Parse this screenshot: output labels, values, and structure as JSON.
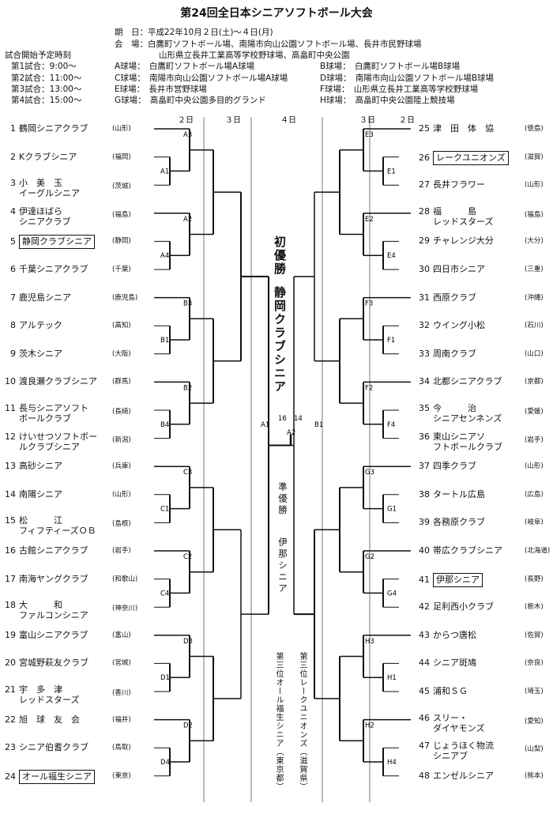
{
  "title": "第24回全日本シニアソフトボール大会",
  "period": {
    "label": "期　日：",
    "value": "平成22年10月２日(土)～４日(月)"
  },
  "venue": {
    "label": "会　場：",
    "line1": "白鷹町ソフトボール場、南陽市向山公園ソフトボール場、長井市民野球場",
    "line2": "山形県立長井工業高等学校野球場、高畠町中央公園"
  },
  "schedule": {
    "heading": "試合開始予定時刻",
    "rows": [
      {
        "time": "第1試合：9:00～",
        "left": "A球場：　白鷹町ソフトボール場A球場",
        "right": "B球場：　白鷹町ソフトボール場B球場"
      },
      {
        "time": "第2試合：11:00～",
        "left": "C球場：　南陽市向山公園ソフトボール場A球場",
        "right": "D球場：　南陽市向山公園ソフトボール場B球場"
      },
      {
        "time": "第3試合：13:00～",
        "left": "E球場：　長井市営野球場",
        "right": "F球場：　山形県立長井工業高等学校野球場"
      },
      {
        "time": "第4試合：15:00～",
        "left": "G球場：　高畠町中央公園多目的グランド",
        "right": "H球場：　高畠町中央公園陸上競技場"
      }
    ]
  },
  "days": {
    "d2": "２日",
    "d3": "３日",
    "d4": "４日"
  },
  "teams_left": [
    {
      "no": "1",
      "name": "鶴岡シニアクラブ",
      "pref": "(山形)"
    },
    {
      "no": "2",
      "name": "Kクラブシニア",
      "pref": "(福岡)"
    },
    {
      "no": "3",
      "name": "小　美　玉",
      "name2": "イーグルシニア",
      "pref": "(茨城)"
    },
    {
      "no": "4",
      "name": "伊達ほばら",
      "name2": "シニアクラブ",
      "pref": "(福島)"
    },
    {
      "no": "5",
      "name": "静岡クラブシニア",
      "pref": "(静岡)",
      "boxed": true
    },
    {
      "no": "6",
      "name": "千葉シニアクラブ",
      "pref": "(千葉)"
    },
    {
      "no": "7",
      "name": "鹿児島シニア",
      "pref": "(鹿児島)"
    },
    {
      "no": "8",
      "name": "アルテック",
      "pref": "(高知)"
    },
    {
      "no": "9",
      "name": "茨木シニア",
      "pref": "(大阪)"
    },
    {
      "no": "10",
      "name": "渡良瀬クラブシニア",
      "pref": "(群馬)"
    },
    {
      "no": "11",
      "name": "長与シニアソフト",
      "name2": "ボールクラブ",
      "pref": "(長崎)"
    },
    {
      "no": "12",
      "name": "けいせつソフトボー",
      "name2": "ルクラブシニア",
      "pref": "(新潟)"
    },
    {
      "no": "13",
      "name": "高砂シニア",
      "pref": "(兵庫)"
    },
    {
      "no": "14",
      "name": "南陽シニア",
      "pref": "(山形)"
    },
    {
      "no": "15",
      "name": "松　　　江",
      "name2": "フィフティーズＯＢ",
      "pref": "(島根)"
    },
    {
      "no": "16",
      "name": "古館シニアクラブ",
      "pref": "(岩手)"
    },
    {
      "no": "17",
      "name": "南海ヤングクラブ",
      "pref": "(和歌山)"
    },
    {
      "no": "18",
      "name": "大　　　和",
      "name2": "ファルコンシニア",
      "pref": "(神奈川)"
    },
    {
      "no": "19",
      "name": "富山シニアクラブ",
      "pref": "(富山)"
    },
    {
      "no": "20",
      "name": "宮城野萩友クラブ",
      "pref": "(宮城)"
    },
    {
      "no": "21",
      "name": "宇　多　津",
      "name2": "レッドスターズ",
      "pref": "(香川)"
    },
    {
      "no": "22",
      "name": "旭　球　友　会",
      "pref": "(福井)"
    },
    {
      "no": "23",
      "name": "シニア伯耆クラブ",
      "pref": "(鳥取)"
    },
    {
      "no": "24",
      "name": "オール福生シニア",
      "pref": "(東京)",
      "boxed": true
    }
  ],
  "teams_right": [
    {
      "no": "25",
      "name": "津　田　体　協",
      "pref": "(徳島)"
    },
    {
      "no": "26",
      "name": "レークユニオンズ",
      "pref": "(滋賀)",
      "boxed": true
    },
    {
      "no": "27",
      "name": "長井フラワー",
      "pref": "(山形)"
    },
    {
      "no": "28",
      "name": "福　　　島",
      "name2": "レッドスターズ",
      "pref": "(福島)"
    },
    {
      "no": "29",
      "name": "チャレンジ大分",
      "pref": "(大分)"
    },
    {
      "no": "30",
      "name": "四日市シニア",
      "pref": "(三重)"
    },
    {
      "no": "31",
      "name": "西原クラブ",
      "pref": "(沖縄)"
    },
    {
      "no": "32",
      "name": "ウイング小松",
      "pref": "(石川)"
    },
    {
      "no": "33",
      "name": "周南クラブ",
      "pref": "(山口)"
    },
    {
      "no": "34",
      "name": "北都シニアクラブ",
      "pref": "(京都)"
    },
    {
      "no": "35",
      "name": "今　　　治",
      "name2": "シニアセンネンズ",
      "pref": "(愛媛)"
    },
    {
      "no": "36",
      "name": "東山シニアソ",
      "name2": "フトボールクラブ",
      "pref": "(岩手)"
    },
    {
      "no": "37",
      "name": "四季クラブ",
      "pref": "(山形)"
    },
    {
      "no": "38",
      "name": "タートル広島",
      "pref": "(広島)"
    },
    {
      "no": "39",
      "name": "各務原クラブ",
      "pref": "(岐阜)"
    },
    {
      "no": "40",
      "name": "帯広クラブシニア",
      "pref": "(北海道)"
    },
    {
      "no": "41",
      "name": "伊那シニア",
      "pref": "(長野)",
      "boxed": true
    },
    {
      "no": "42",
      "name": "足利西小クラブ",
      "pref": "(栃木)"
    },
    {
      "no": "43",
      "name": "からつ唐松",
      "pref": "(佐賀)"
    },
    {
      "no": "44",
      "name": "シニア斑鳩",
      "pref": "(奈良)"
    },
    {
      "no": "45",
      "name": "浦和ＳＧ",
      "pref": "(埼玉)"
    },
    {
      "no": "46",
      "name": "スリー・",
      "name2": "ダイヤモンズ",
      "pref": "(愛知)"
    },
    {
      "no": "47",
      "name": "じょうほく物流",
      "name2": "シニアブ",
      "pref": "(山梨)"
    },
    {
      "no": "48",
      "name": "エンゼルシニア",
      "pref": "(熊本)"
    }
  ],
  "champion": {
    "label": "初優勝",
    "team": "静岡クラブシニア"
  },
  "runner_up": {
    "label": "準優勝",
    "team": "伊那シニア"
  },
  "third": [
    {
      "label": "第三位",
      "team": "レークユニオンズ（滋賀県）"
    },
    {
      "label": "第三位",
      "team": "オール福生シニア（東京都）"
    }
  ],
  "final": {
    "left_score": "16",
    "right_score": "14",
    "left_game": "A1",
    "right_game": "A2",
    "right_game2": "B1"
  }
}
